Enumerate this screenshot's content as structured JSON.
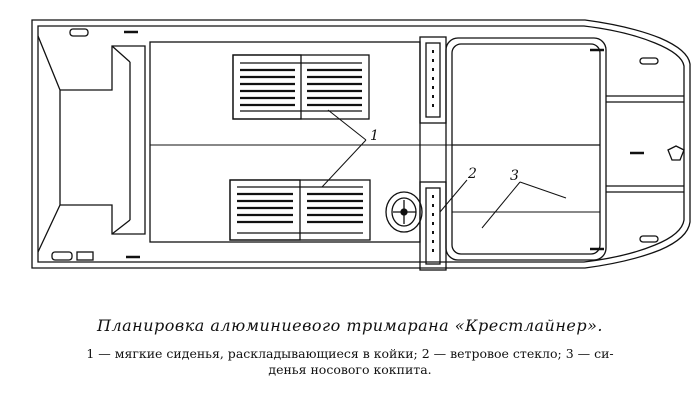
{
  "labels": {
    "seats": "1",
    "windshield": "2",
    "bow_seats": "3"
  },
  "caption": {
    "title": "Планировка алюминиевого тримарана «Крестлайнер».",
    "legend_line1": "1 — мягкие сиденья, раскладывающиеся в койки; 2 — ветровое стекло; 3 — си-",
    "legend_line2": "денья носового кокпита."
  }
}
